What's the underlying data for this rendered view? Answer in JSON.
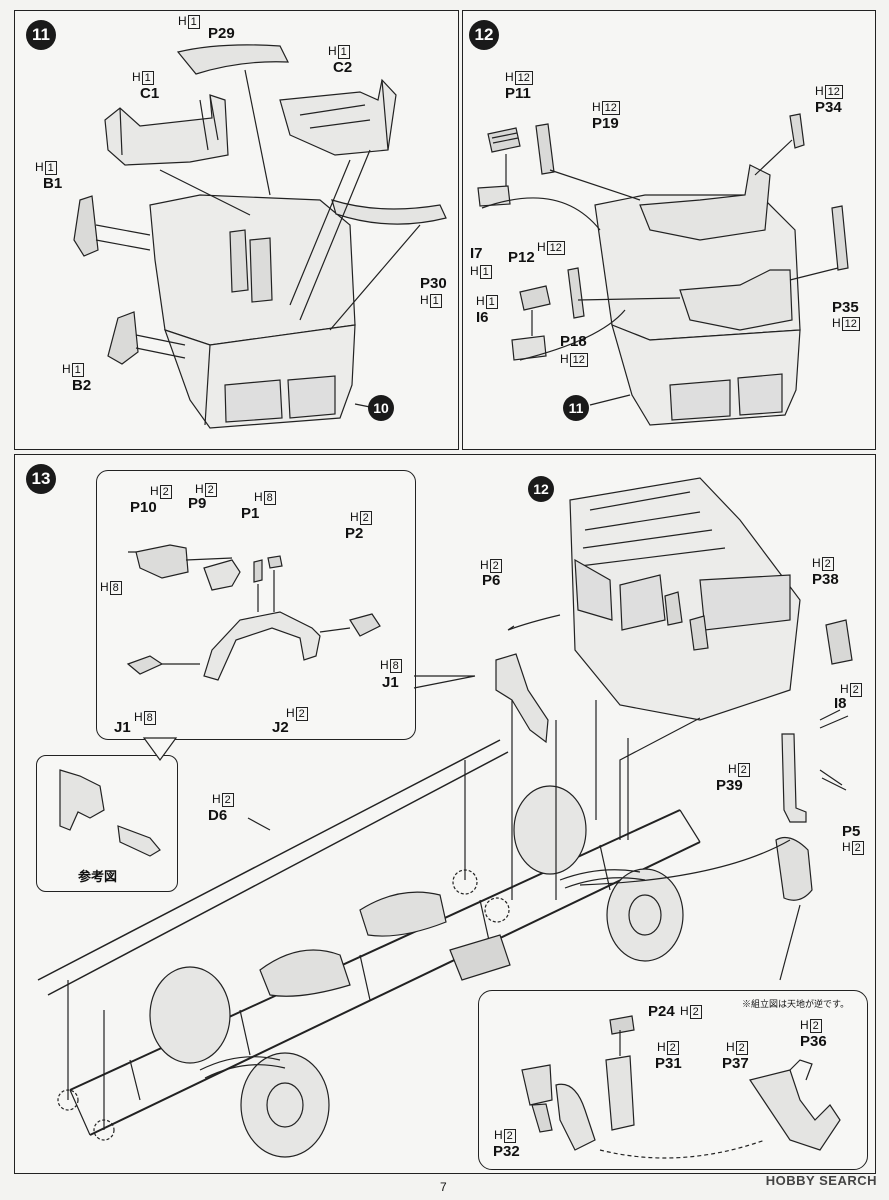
{
  "steps": {
    "s11": "11",
    "s12": "12",
    "s13": "13",
    "ref10": "10",
    "ref11": "11",
    "ref12": "12"
  },
  "h": "H",
  "parts": {
    "p29": {
      "label": "P29",
      "runner": "1"
    },
    "c1": {
      "label": "C1",
      "runner": "1"
    },
    "c2": {
      "label": "C2",
      "runner": "1"
    },
    "b1": {
      "label": "B1",
      "runner": "1"
    },
    "b2": {
      "label": "B2",
      "runner": "1"
    },
    "p30": {
      "label": "P30",
      "runner": "1"
    },
    "p11": {
      "label": "P11",
      "runner": "12"
    },
    "p19": {
      "label": "P19",
      "runner": "12"
    },
    "p34": {
      "label": "P34",
      "runner": "12"
    },
    "i7": {
      "label": "I7",
      "runner": "1"
    },
    "p12": {
      "label": "P12",
      "runner": "12"
    },
    "i6": {
      "label": "I6",
      "runner": "1"
    },
    "p18": {
      "label": "P18",
      "runner": "12"
    },
    "p35": {
      "label": "P35",
      "runner": "12"
    },
    "p10": {
      "label": "P10",
      "runner": "2"
    },
    "p9": {
      "label": "P9",
      "runner": "2"
    },
    "p1": {
      "label": "P1",
      "runner": "8"
    },
    "p2": {
      "label": "P2",
      "runner": "2"
    },
    "j1a": {
      "label": "J1",
      "runner": "8"
    },
    "j1b": {
      "label": "J1",
      "runner": "8"
    },
    "j2": {
      "label": "J2",
      "runner": "2"
    },
    "p8": {
      "runner": "8"
    },
    "p6": {
      "label": "P6",
      "runner": "2"
    },
    "p38": {
      "label": "P38",
      "runner": "2"
    },
    "i8": {
      "label": "I8",
      "runner": "2"
    },
    "p39": {
      "label": "P39",
      "runner": "2"
    },
    "p5": {
      "label": "P5",
      "runner": "2"
    },
    "d6": {
      "label": "D6",
      "runner": "2"
    },
    "p24": {
      "label": "P24",
      "runner": "2"
    },
    "p31": {
      "label": "P31",
      "runner": "2"
    },
    "p37": {
      "label": "P37",
      "runner": "2"
    },
    "p36": {
      "label": "P36",
      "runner": "2"
    },
    "p32": {
      "label": "P32",
      "runner": "2"
    }
  },
  "reference_caption": "参考図",
  "assembly_note": "※組立図は天地が逆です。",
  "page_number": "7",
  "watermark": "HOBBY SEARCH"
}
